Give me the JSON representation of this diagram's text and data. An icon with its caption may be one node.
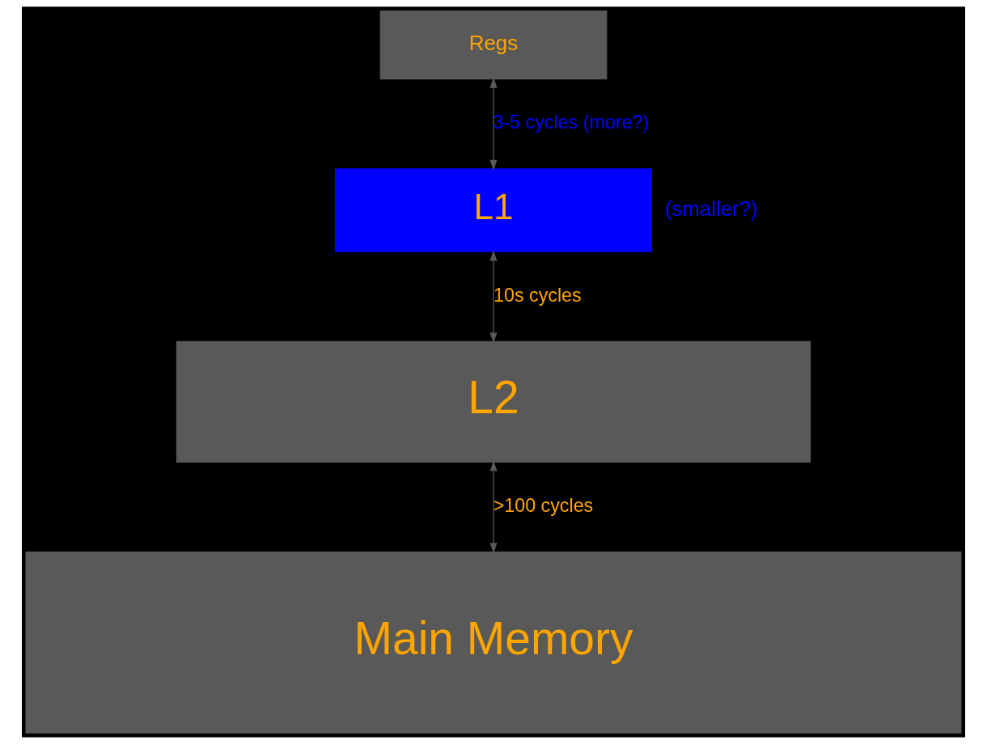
{
  "diagram": {
    "nodes": [
      {
        "text": [
          "Regs"
        ]
      },
      {
        "text": [
          "L1"
        ],
        "beside": [
          "(smaller?)"
        ]
      },
      {
        "text": [
          "L2"
        ]
      },
      {
        "text": [
          "Main Memory"
        ]
      }
    ],
    "edges": [
      {
        "from": 0,
        "to": 1,
        "arrow": "both",
        "label": "3-5 cycles (more?)"
      },
      {
        "from": 1,
        "to": 2,
        "arrow": "both",
        "label": "10s cycles"
      },
      {
        "from": 2,
        "to": 3,
        "arrow": "both",
        "label": ">100 cycles"
      }
    ]
  }
}
